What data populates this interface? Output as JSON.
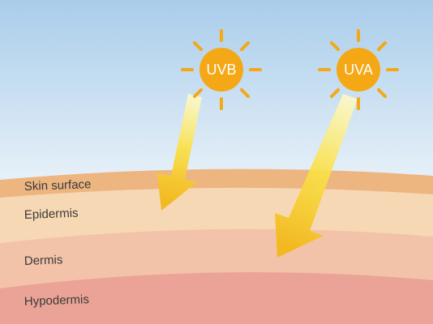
{
  "layers": {
    "skin_surface": {
      "label": "Skin surface",
      "color": "#EDB580"
    },
    "epidermis": {
      "label": "Epidermis",
      "color": "#F7D8B4"
    },
    "dermis": {
      "label": "Dermis",
      "color": "#F3C3A9"
    },
    "hypodermis": {
      "label": "Hypodermis",
      "color": "#EAA396"
    }
  },
  "rays": {
    "uvb": {
      "label": "UVB",
      "icon": "sun-icon",
      "penetrates_to": "Epidermis"
    },
    "uva": {
      "label": "UVA",
      "icon": "sun-icon",
      "penetrates_to": "Dermis"
    }
  },
  "colors": {
    "sky_top": "#A9CDEA",
    "sky_bottom": "#FFFFFF",
    "sun": "#F5A816",
    "ray_light": "#FFF7B0",
    "ray_dark": "#F5C218"
  }
}
